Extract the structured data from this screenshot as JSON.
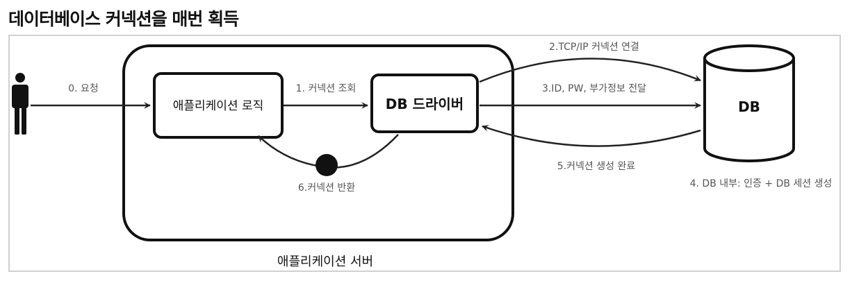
{
  "title": "데이터베이스 커넥션을 매번 획득",
  "nodes": {
    "app_logic": "애플리케이션 로직",
    "db_driver": "DB 드라이버",
    "db": "DB",
    "app_server": "애플리케이션 서버"
  },
  "steps": {
    "s0": "0. 요청",
    "s1": "1. 커넥션 조회",
    "s2": "2.TCP/IP 커넥션 연결",
    "s3": "3.ID, PW, 부가정보 전달",
    "s4": "4. DB 내부: 인증 + DB 세션 생성",
    "s5": "5.커넥션 생성 완료",
    "s6": "6.커넥션 반환"
  }
}
